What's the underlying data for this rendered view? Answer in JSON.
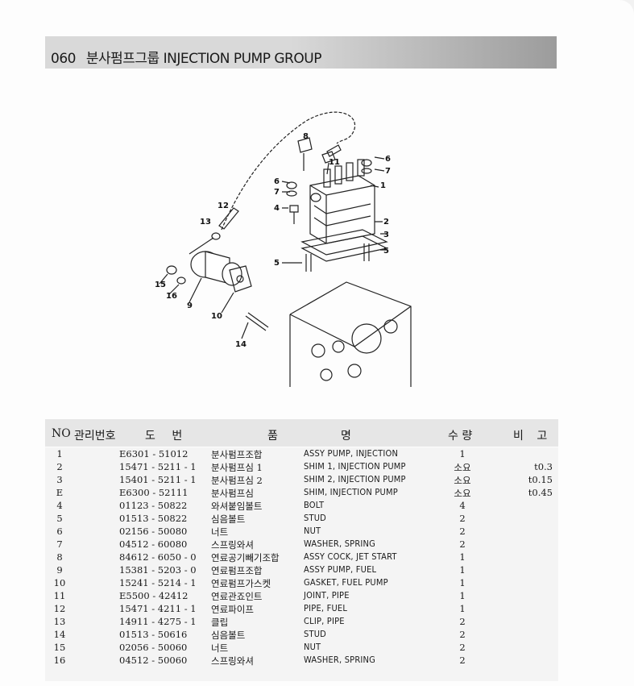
{
  "title": {
    "number": "060",
    "korean": "분사펌프그룹",
    "english": "INJECTION PUMP GROUP"
  },
  "callouts": [
    "1",
    "2",
    "3",
    "4",
    "5",
    "5",
    "6",
    "6",
    "7",
    "7",
    "8",
    "9",
    "10",
    "11",
    "12",
    "13",
    "14",
    "15",
    "16"
  ],
  "headers": {
    "no": "NO",
    "mgmt": "관리번호",
    "drawing": "도  번",
    "name1": "품",
    "name2": "명",
    "qty": "수 량",
    "remark": "비 고"
  },
  "rows": [
    {
      "no": "1",
      "code": "E6301 - 51012",
      "kr": "분사펌프조합",
      "en": "ASSY PUMP, INJECTION",
      "qty": "1",
      "note": ""
    },
    {
      "no": "2",
      "code": "15471 - 5211 - 1",
      "kr": "분사펌프심 1",
      "en": "SHIM 1, INJECTION PUMP",
      "qty": "소요",
      "note": "t0.3"
    },
    {
      "no": "3",
      "code": "15401 - 5211 - 1",
      "kr": "분사펌프심 2",
      "en": "SHIM 2, INJECTION PUMP",
      "qty": "소요",
      "note": "t0.15"
    },
    {
      "no": "E",
      "code": "E6300 - 52111",
      "kr": "분사펌프심",
      "en": "SHIM, INJECTION PUMP",
      "qty": "소요",
      "note": "t0.45"
    },
    {
      "no": "4",
      "code": "01123 - 50822",
      "kr": "와셔붙임볼트",
      "en": "BOLT",
      "qty": "4",
      "note": ""
    },
    {
      "no": "5",
      "code": "01513 - 50822",
      "kr": "심음볼트",
      "en": "STUD",
      "qty": "2",
      "note": ""
    },
    {
      "no": "6",
      "code": "02156 - 50080",
      "kr": "너트",
      "en": "NUT",
      "qty": "2",
      "note": ""
    },
    {
      "no": "7",
      "code": "04512 - 60080",
      "kr": "스프링와셔",
      "en": "WASHER, SPRING",
      "qty": "2",
      "note": ""
    },
    {
      "no": "8",
      "code": "84612 - 6050 - 0",
      "kr": "연료공기빼기조합",
      "en": "ASSY COCK, JET START",
      "qty": "1",
      "note": ""
    },
    {
      "no": "9",
      "code": "15381 - 5203 - 0",
      "kr": "연료펌프조합",
      "en": "ASSY PUMP, FUEL",
      "qty": "1",
      "note": ""
    },
    {
      "no": "10",
      "code": "15241 - 5214 - 1",
      "kr": "연료펌프가스켓",
      "en": "GASKET, FUEL PUMP",
      "qty": "1",
      "note": ""
    },
    {
      "no": "11",
      "code": "E5500 - 42412",
      "kr": "연료관죠인트",
      "en": "JOINT, PIPE",
      "qty": "1",
      "note": ""
    },
    {
      "no": "12",
      "code": "15471 - 4211 - 1",
      "kr": "연료파이프",
      "en": "PIPE, FUEL",
      "qty": "1",
      "note": ""
    },
    {
      "no": "13",
      "code": "14911 - 4275 - 1",
      "kr": "클립",
      "en": "CLIP, PIPE",
      "qty": "2",
      "note": ""
    },
    {
      "no": "14",
      "code": "01513 - 50616",
      "kr": "심음볼트",
      "en": "STUD",
      "qty": "2",
      "note": ""
    },
    {
      "no": "15",
      "code": "02056 - 50060",
      "kr": "너트",
      "en": "NUT",
      "qty": "2",
      "note": ""
    },
    {
      "no": "16",
      "code": "04512 - 50060",
      "kr": "스프링와셔",
      "en": "WASHER, SPRING",
      "qty": "2",
      "note": ""
    }
  ]
}
